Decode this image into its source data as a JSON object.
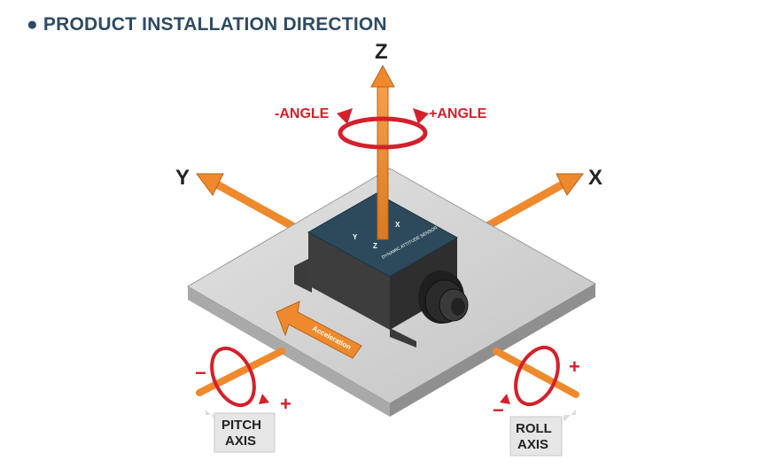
{
  "title": {
    "bullet": "●",
    "text": "PRODUCT INSTALLATION DIRECTION"
  },
  "axes": {
    "z": "Z",
    "x": "X",
    "y": "Y"
  },
  "angles": {
    "negative": "-ANGLE",
    "positive": "+ANGLE"
  },
  "pitch": {
    "minus": "−",
    "plus": "+",
    "line1": "PITCH",
    "line2": "AXIS"
  },
  "roll": {
    "minus": "−",
    "plus": "+",
    "line1": "ROLL",
    "line2": "AXIS"
  },
  "plate_arrow_text": "Acceleration",
  "sensor": {
    "label": "DYNAMIC ATTITUDE SENSOR",
    "mini_y": "Y",
    "mini_x": "X",
    "mini_z": "Z"
  },
  "colors": {
    "title": "#2e4b63",
    "arrow": "#ee8a2d",
    "arrow_edge": "#b9611a",
    "accent_red": "#d4202a",
    "plate": "#cfcfcf",
    "sensor_top": "#2d4a5c",
    "sensor_body": "#3a3a3a"
  }
}
